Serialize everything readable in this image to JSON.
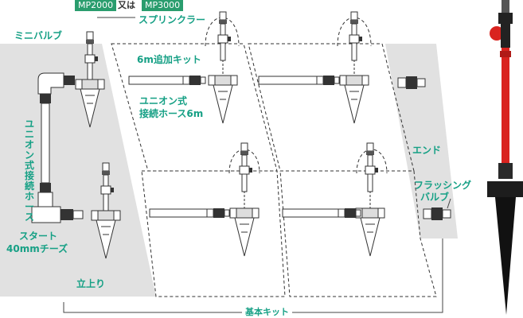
{
  "colors": {
    "accent": "#16a085",
    "badge": "#2a9d6e",
    "panel": "#e1e1e1",
    "red": "#d9231f"
  },
  "labels": {
    "model_a": "MP2000",
    "or": "又は",
    "model_b": "MP3000",
    "sprinkler": "スプリンクラー",
    "mini_valve": "ミニバルブ",
    "union_hose_vertical": "ユニオン式接続ホース",
    "extension_kit": "6m追加キット",
    "union_hose_6m_line1": "ユニオン式",
    "union_hose_6m_line2": "接続ホース6m",
    "end": "エンド",
    "flushing_line1": "フラッシング",
    "flushing_line2": "バルブ",
    "start_line1": "スタート",
    "start_line2": "40mmチーズ",
    "riser": "立上り",
    "basic_kit": "基本キット"
  }
}
